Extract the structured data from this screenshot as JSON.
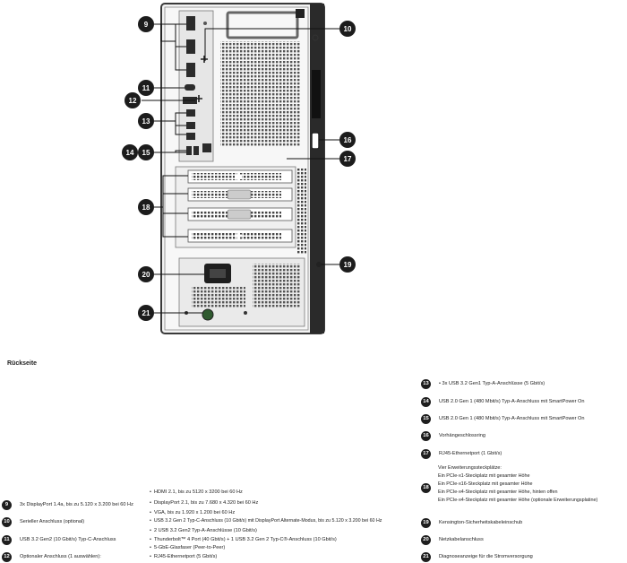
{
  "section_title": "Rückseite",
  "left_items": [
    {
      "num": "9",
      "label": "3x DisplayPort 1.4a, bis zu 5.120 x 3.200 bei 60 Hz"
    },
    {
      "num": "10",
      "label": "Serieller Anschluss (optional)"
    },
    {
      "num": "11",
      "label": "USB 3.2 Gen2 (10 Gbit/s) Typ-C-Anschluss"
    },
    {
      "num": "12",
      "label": "Optionaler Anschluss (1 auswählen):"
    }
  ],
  "options": [
    "HDMI 2.1, bis zu 5120 x 3200 bei 60 Hz",
    "DisplayPort 2.1, bis zu 7.680 x 4.320 bei 60 Hz",
    "VGA, bis zu 1.920 x 1.200 bei 60 Hz",
    "USB 3.2 Gen 2 Typ-C-Anschluss (10 Gbit/s) mit DisplayPort Alternate-Modus, bis zu 5.120 x 3.200 bei 60 Hz",
    "2 USB 3.2 Gen2 Typ-A-Anschlüsse (10 Gbit/s)",
    "Thunderbolt™ 4 Port (40 Gbit/s) + 1 USB 3.2 Gen 2 Typ-C®-Anschluss (10 Gbit/s)",
    "5-GbE-Glasfaser (Peer-to-Peer)",
    "RJ45-Ethernetport (5 Gbit/s)"
  ],
  "right_items": [
    {
      "num": "13",
      "label": "3x USB 3.2 Gen1 Typ-A-Anschlüsse (5 Gbit/s)"
    },
    {
      "num": "14",
      "label": "USB 2.0 Gen 1 (480 Mbit/s) Typ-A-Anschluss mit SmartPower On"
    },
    {
      "num": "15",
      "label": "USB 2.0 Gen 1 (480 Mbit/s) Typ-A-Anschluss mit SmartPower On"
    },
    {
      "num": "16",
      "label": "Vorhängeschlossring"
    },
    {
      "num": "17",
      "label": "RJ45-Ethernetport (1 Gbit/s)"
    },
    {
      "num": "19",
      "label": "Kensington-Sicherheitskabeleinschub"
    },
    {
      "num": "20",
      "label": "Netzkabelanschluss"
    },
    {
      "num": "21",
      "label": "Diagnoseanzeige für die Stromversorgung"
    }
  ],
  "item18": {
    "num": "18",
    "lines": [
      "Vier Erweiterungssteckplätze:",
      "Ein PCIe-x1-Steckplatz mit gesamter Höhe",
      "Ein PCIe-x16-Steckplatz mit gesamter Höhe",
      "Ein PCIe-x4-Steckplatz mit gesamter Höhe, hinten offen",
      "Ein PCIe-x4-Steckplatz mit gesamter Höhe (optionale Erweiterungsplatine)"
    ]
  },
  "callouts": [
    "9",
    "10",
    "11",
    "12",
    "13",
    "14",
    "15",
    "16",
    "17",
    "18",
    "19",
    "20",
    "21"
  ]
}
